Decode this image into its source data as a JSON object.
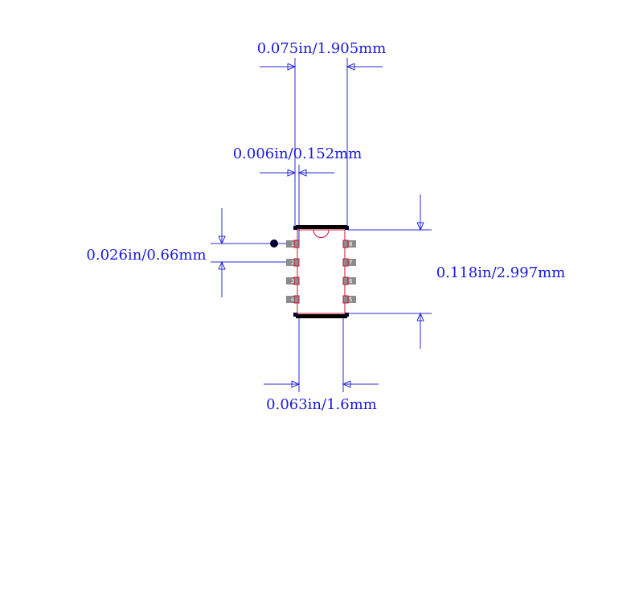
{
  "dimensions": {
    "pin_pitch": "0.026in/0.66mm",
    "pad_width": "0.006in/0.152mm",
    "body_width": "0.075in/1.905mm",
    "lead_span": "0.063in/1.6mm",
    "body_length": "0.118in/2.997mm"
  },
  "pins_left": [
    "1",
    "2",
    "3",
    "4"
  ],
  "pins_right": [
    "8",
    "7",
    "6",
    "5"
  ],
  "colors": {
    "dimension": "#1a1adc",
    "body_outline": "#c8102e",
    "silkscreen": "#000000",
    "pin_pad": "#8c8c8c",
    "pin1_marker": "#000033"
  }
}
